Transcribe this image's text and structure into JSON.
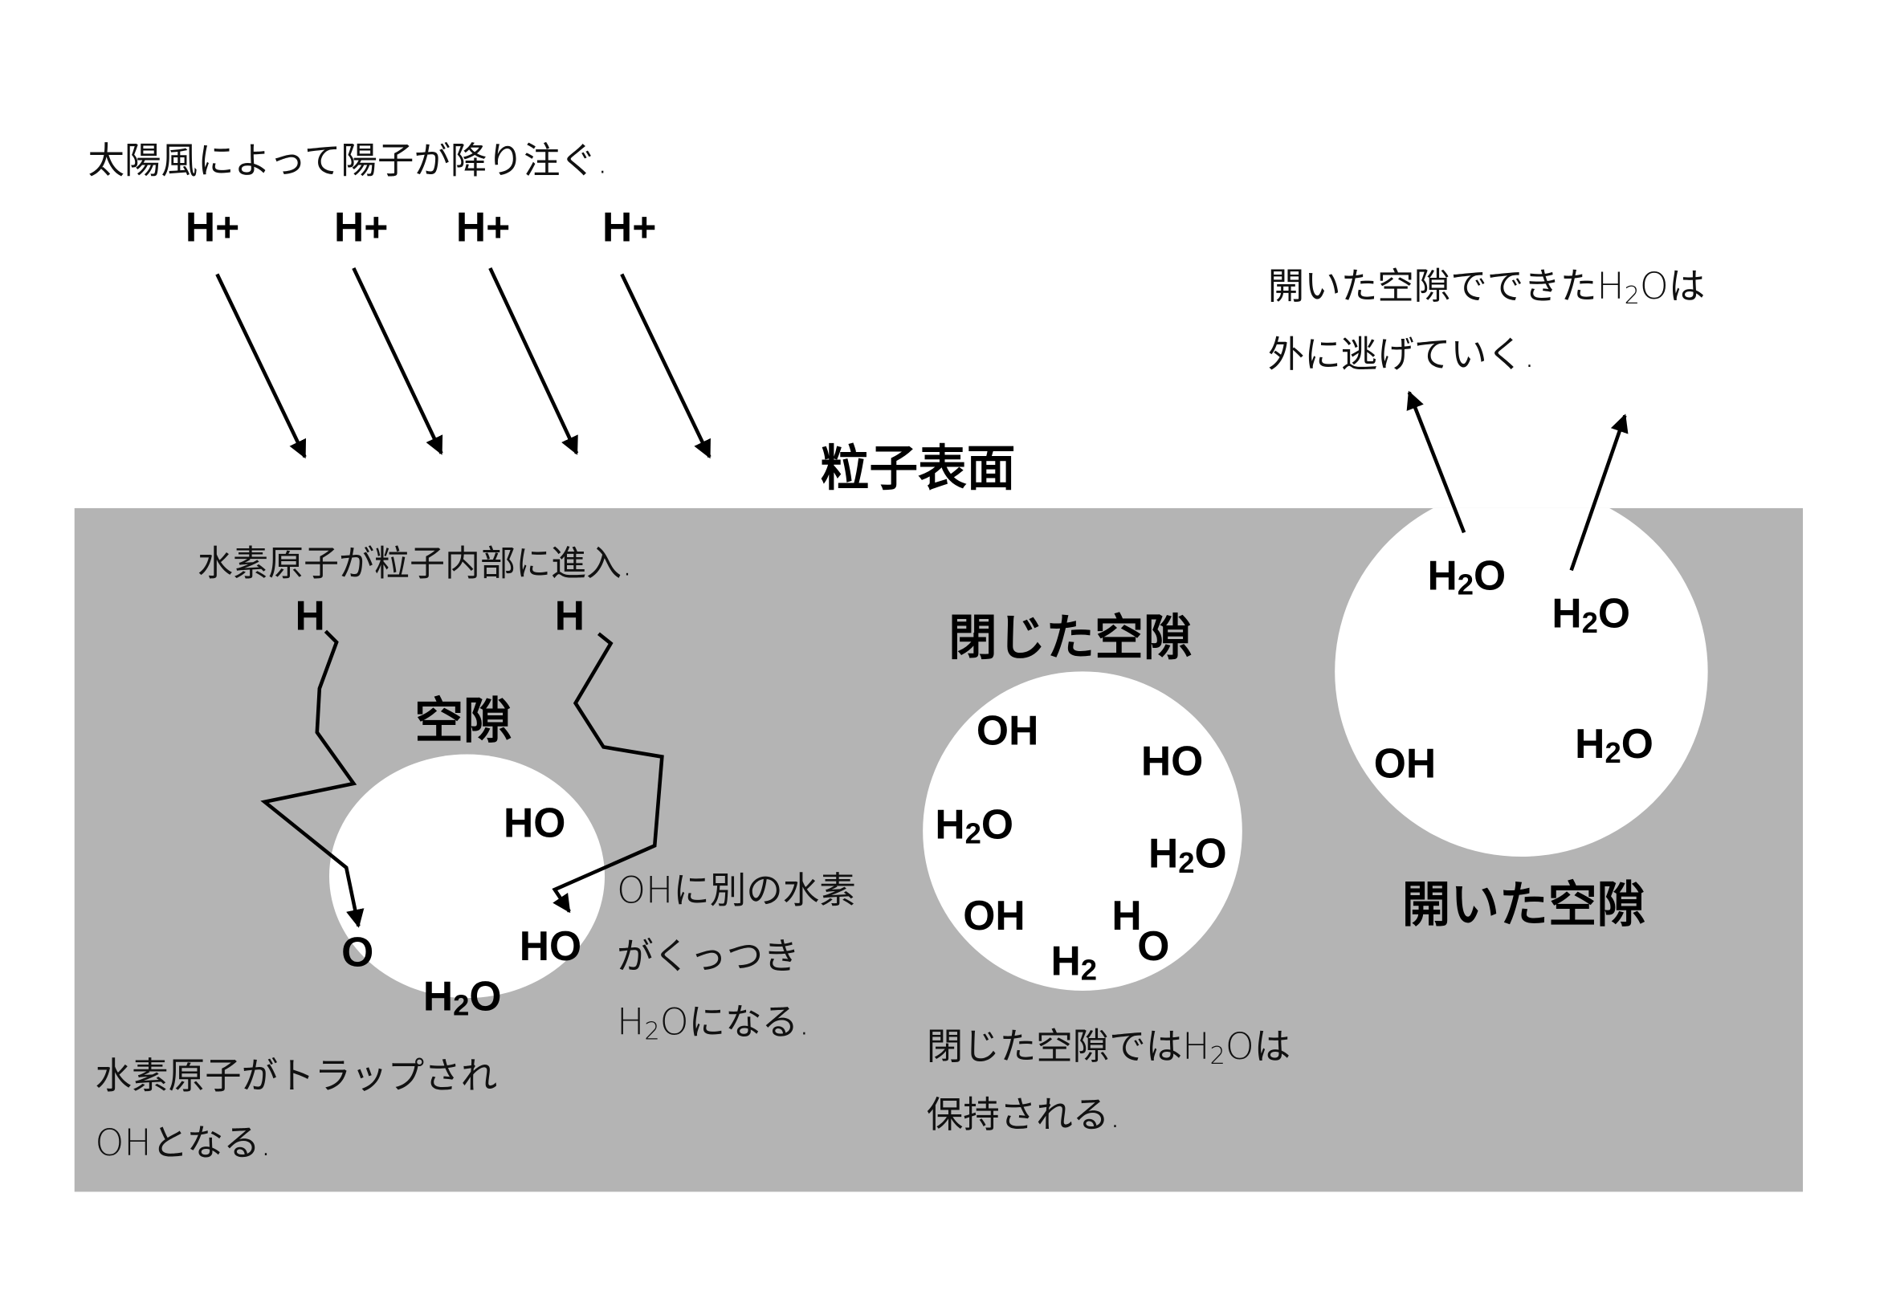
{
  "colors": {
    "background": "#ffffff",
    "particle_body": "#b4b4b4",
    "void": "#ffffff",
    "ink": "#000000"
  },
  "header": {
    "solar_wind_caption": "太陽風によって陽子が降り注ぐ.",
    "protons": [
      "H+",
      "H+",
      "H+",
      "H+"
    ],
    "surface_label": "粒子表面"
  },
  "left_region": {
    "entry_caption": "水素原子が粒子内部に進入.",
    "incoming_atoms": [
      "H",
      "H"
    ],
    "void_label": "空隙",
    "void_species": [
      "HO",
      "O",
      "HO",
      "H2O"
    ],
    "trap_caption": [
      "水素原子がトラップされ",
      "OHとなる."
    ],
    "combine_caption": [
      "OHに別の水素",
      "がくっつき",
      "H2Oになる."
    ]
  },
  "middle_region": {
    "void_label": "閉じた空隙",
    "void_species": [
      "OH",
      "HO",
      "H2O",
      "H2O",
      "OH",
      "H",
      "H2",
      "O"
    ],
    "caption": [
      "閉じた空隙ではH2Oは",
      "保持される."
    ]
  },
  "right_region": {
    "escape_caption": [
      "開いた空隙でできたH2Oは",
      "外に逃げていく."
    ],
    "void_species": [
      "H2O",
      "H2O",
      "OH",
      "H2O"
    ],
    "void_label": "開いた空隙"
  }
}
